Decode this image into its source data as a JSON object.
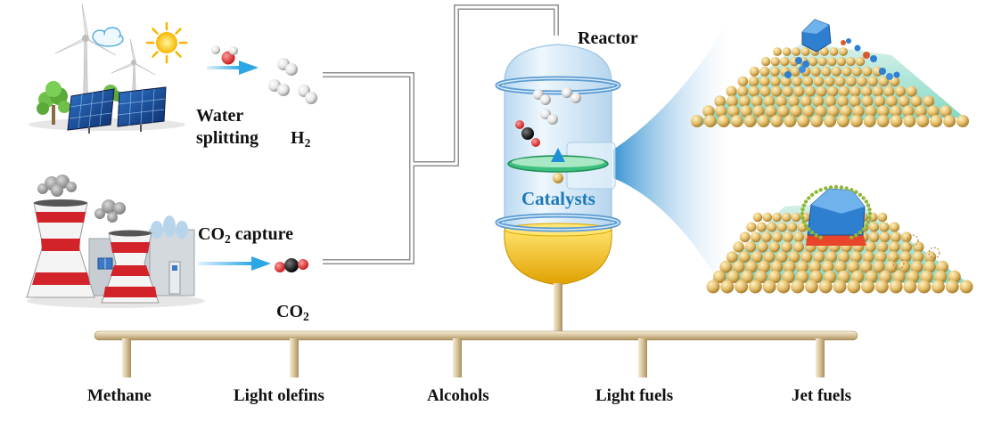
{
  "labels": {
    "reactor": "Reactor",
    "water_splitting_line1": "Water",
    "water_splitting_line2": "splitting",
    "h2_main": "H",
    "h2_sub": "2",
    "co2_capture_pre": "CO",
    "co2_capture_sub": "2",
    "co2_capture_post": " capture",
    "co2_main": "CO",
    "co2_sub": "2",
    "catalysts": "Catalysts"
  },
  "products": [
    "Methane",
    "Light olefins",
    "Alcohols",
    "Light fuels",
    "Jet fuels"
  ],
  "colors": {
    "pipe": "#c9b48a",
    "tube": "#9a9a9a",
    "arrow": "#2ba7e6",
    "catalyst_text": "#1d79b8",
    "reactor_glass": "#cfe6f6",
    "liquid": "#f4c21c",
    "support_bead": "#e2c070",
    "nanoparticle": "#2e7fd0"
  },
  "icons": [
    "wind-turbine-icon",
    "solar-panel-icon",
    "sun-icon",
    "cloud-icon",
    "tree-icon",
    "factory-icon",
    "smoke-icon",
    "water-molecule-icon",
    "hydrogen-molecule-icon",
    "co2-molecule-icon"
  ]
}
